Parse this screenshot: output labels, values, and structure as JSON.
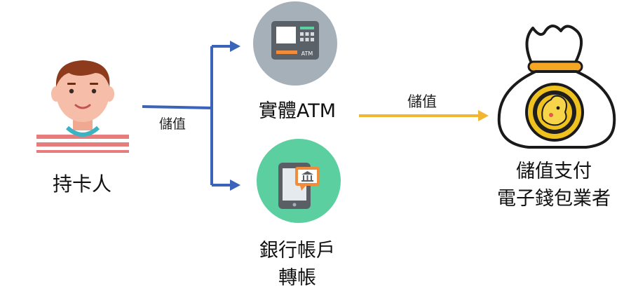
{
  "nodes": {
    "cardholder": {
      "label": "持卡人"
    },
    "atm": {
      "label": "實體ATM",
      "screen_text": "ATM"
    },
    "bank": {
      "label_line1": "銀行帳戶",
      "label_line2": "轉帳"
    },
    "provider": {
      "label_line1": "儲值支付",
      "label_line2": "電子錢包業者"
    }
  },
  "edges": {
    "cardholder_to_channels": {
      "label": "儲值"
    },
    "atm_to_provider": {
      "label": "儲值"
    }
  },
  "colors": {
    "blue_arrow": "#3a63b9",
    "gold_arrow": "#f2b632",
    "atm_circle": "#a6b0b9",
    "bank_circle": "#5ccfa0",
    "skin": "#f6bda8",
    "hair": "#8e3a1c",
    "shirt_stripe": "#e67c7c",
    "collar": "#3ab3c2",
    "coin_gold": "#f0c21e",
    "bag_band": "#f5a623"
  }
}
